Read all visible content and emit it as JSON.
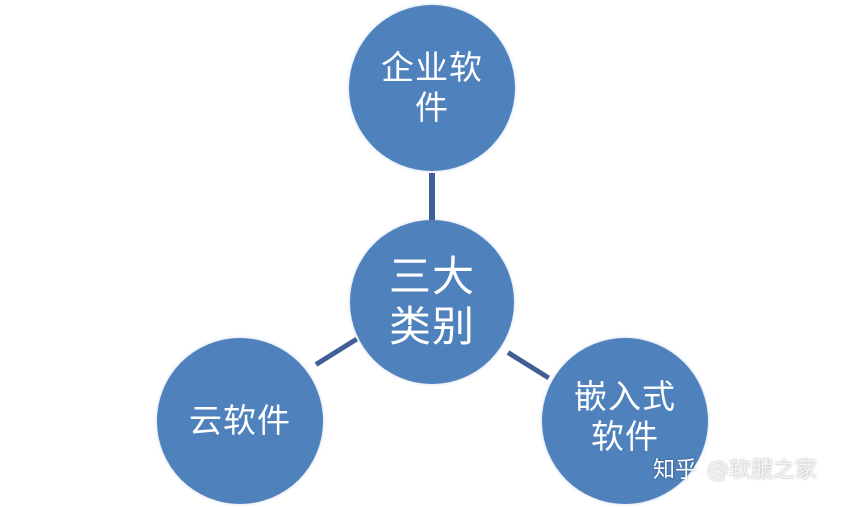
{
  "diagram": {
    "type": "hub-and-spoke",
    "colors": {
      "node_fill": "#4f81bd",
      "connector": "#3f5f96",
      "text": "#ffffff",
      "background": "#ffffff"
    },
    "center": {
      "line1": "三大",
      "line2": "类别"
    },
    "nodes": [
      {
        "id": "enterprise",
        "line1": "企业软",
        "line2": "件"
      },
      {
        "id": "cloud",
        "line1": "云软件",
        "line2": ""
      },
      {
        "id": "embedded",
        "line1": "嵌入式",
        "line2": "软件"
      }
    ]
  },
  "watermark": {
    "site": "知乎",
    "handle": "@软服之家"
  }
}
